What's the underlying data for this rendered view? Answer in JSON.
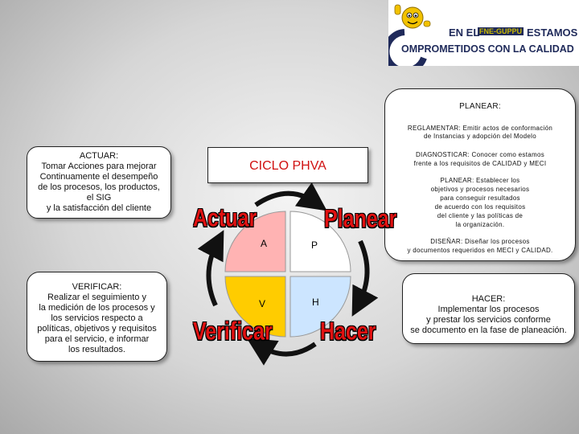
{
  "logo": {
    "line1_left": "EN EL",
    "line1_middle": "FNE-GUPPU",
    "line1_right": "ESTAMOS",
    "line2": "OMPROMETIDOS CON LA CALIDAD",
    "colors": {
      "navy": "#1f2a5a",
      "accent": "#f0e000"
    },
    "icon": "mascot-thumbs-up-icon"
  },
  "actuar_box": {
    "title": "ACTUAR:",
    "lines": [
      "Tomar Acciones para mejorar",
      "Continuamente el desempeño",
      "de los procesos, los productos,",
      "el SIG",
      "y la satisfacción del cliente"
    ]
  },
  "verificar_box": {
    "title": "VERIFICAR:",
    "lines": [
      "Realizar el seguimiento y",
      "la medición de los procesos y",
      "los servicios respecto a",
      "políticas, objetivos y requisitos",
      "para el servicio, e informar",
      "los resultados."
    ]
  },
  "ciclo": {
    "title": "CICLO PHVA",
    "color": "#d01010"
  },
  "planear_box": {
    "title": "PLANEAR:",
    "reglamentar": [
      "REGLAMENTAR: Emitir actos de conformación",
      "de Instancias y adopción del Modelo"
    ],
    "diagnosticar": [
      "DIAGNOSTICAR: Conocer como estamos",
      "frente a los requisitos de CALIDAD y MECI"
    ],
    "planear": [
      "PLANEAR: Establecer los",
      "objetivos y procesos necesarios",
      "para conseguir resultados",
      "de acuerdo con los requisitos",
      "del cliente y las políticas de",
      "la organización."
    ],
    "disenar": [
      "DISEÑAR: Diseñar los procesos",
      "y documentos requeridos en MECI y CALIDAD."
    ]
  },
  "hacer_box": {
    "title": "HACER:",
    "lines": [
      "Implementar los procesos",
      "y prestar los servicios conforme",
      "se documento en la fase de planeación."
    ]
  },
  "cycle": {
    "labels": {
      "actuar": "Actuar",
      "planear": "Planear",
      "verificar": "Verificar",
      "hacer": "Hacer"
    },
    "letters": {
      "a": "A",
      "p": "P",
      "v": "V",
      "h": "H"
    },
    "quadrant_colors": {
      "a": "#ffb3b3",
      "p": "#ffffff",
      "v": "#ffcc00",
      "h": "#cce5ff"
    },
    "label_color": "#e11111"
  }
}
